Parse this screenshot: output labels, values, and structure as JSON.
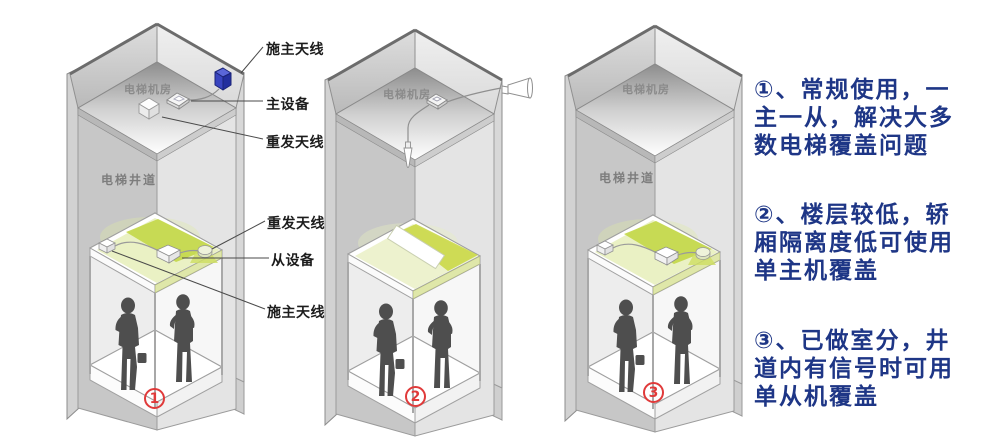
{
  "colors": {
    "note_text": "#1e3686",
    "highlight_green": "#c3d748",
    "donor_antenna_blue": "#3945c0",
    "badge_red": "#e03a3a",
    "wall_gray": "#d2d2d2"
  },
  "diagrams": [
    {
      "machine_room_label": "电梯机房",
      "shaft_label": "电梯井道",
      "badge": "1",
      "callouts": {
        "donor_top": "施主天线",
        "main_unit": "主设备",
        "retrans_top": "重发天线",
        "retrans_car": "重发天线",
        "slave_unit": "从设备",
        "donor_car": "施主天线"
      }
    },
    {
      "machine_room_label": "电梯机房",
      "badge": "2"
    },
    {
      "machine_room_label": "电梯机房",
      "shaft_label": "电梯井道",
      "badge": "3"
    }
  ],
  "notes": [
    {
      "lines": [
        "①、常规使用，一",
        "主一从，解决大多",
        "数电梯覆盖问题"
      ]
    },
    {
      "lines": [
        "②、楼层较低，轿",
        "厢隔离度低可使用",
        "单主机覆盖"
      ]
    },
    {
      "lines": [
        "③、已做室分，井",
        "道内有信号时可用",
        "单从机覆盖"
      ]
    }
  ]
}
